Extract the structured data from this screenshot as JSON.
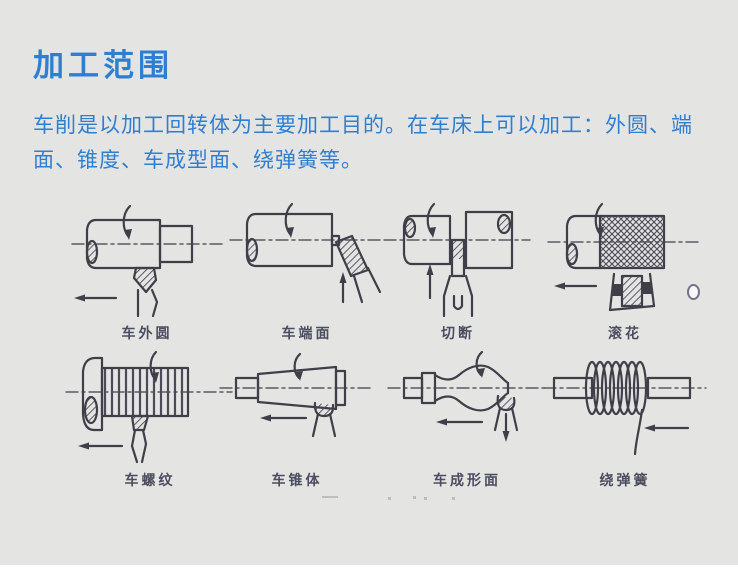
{
  "slide": {
    "title": "加工范围",
    "body_lines": [
      "车削是以加工回转体为主要加工目的。在车床上可以加工：外圆、端",
      "面、锥度、车成型面、绕弹簧等。"
    ]
  },
  "figures": {
    "items": [
      {
        "name": "turning-outer-circle",
        "label": "车外圆"
      },
      {
        "name": "facing",
        "label": "车端面"
      },
      {
        "name": "parting-off",
        "label": "切断"
      },
      {
        "name": "knurling",
        "label": "滚花"
      },
      {
        "name": "thread-turning",
        "label": "车螺纹"
      },
      {
        "name": "taper-turning",
        "label": "车锥体"
      },
      {
        "name": "form-turning",
        "label": "车成形面"
      },
      {
        "name": "spring-winding",
        "label": "绕弹簧"
      }
    ]
  },
  "colors": {
    "background": "#e4e4e2",
    "accent_blue": "#2e7fd2",
    "drawing_ink": "#3f3f4a",
    "label_ink": "#4b4d60"
  }
}
